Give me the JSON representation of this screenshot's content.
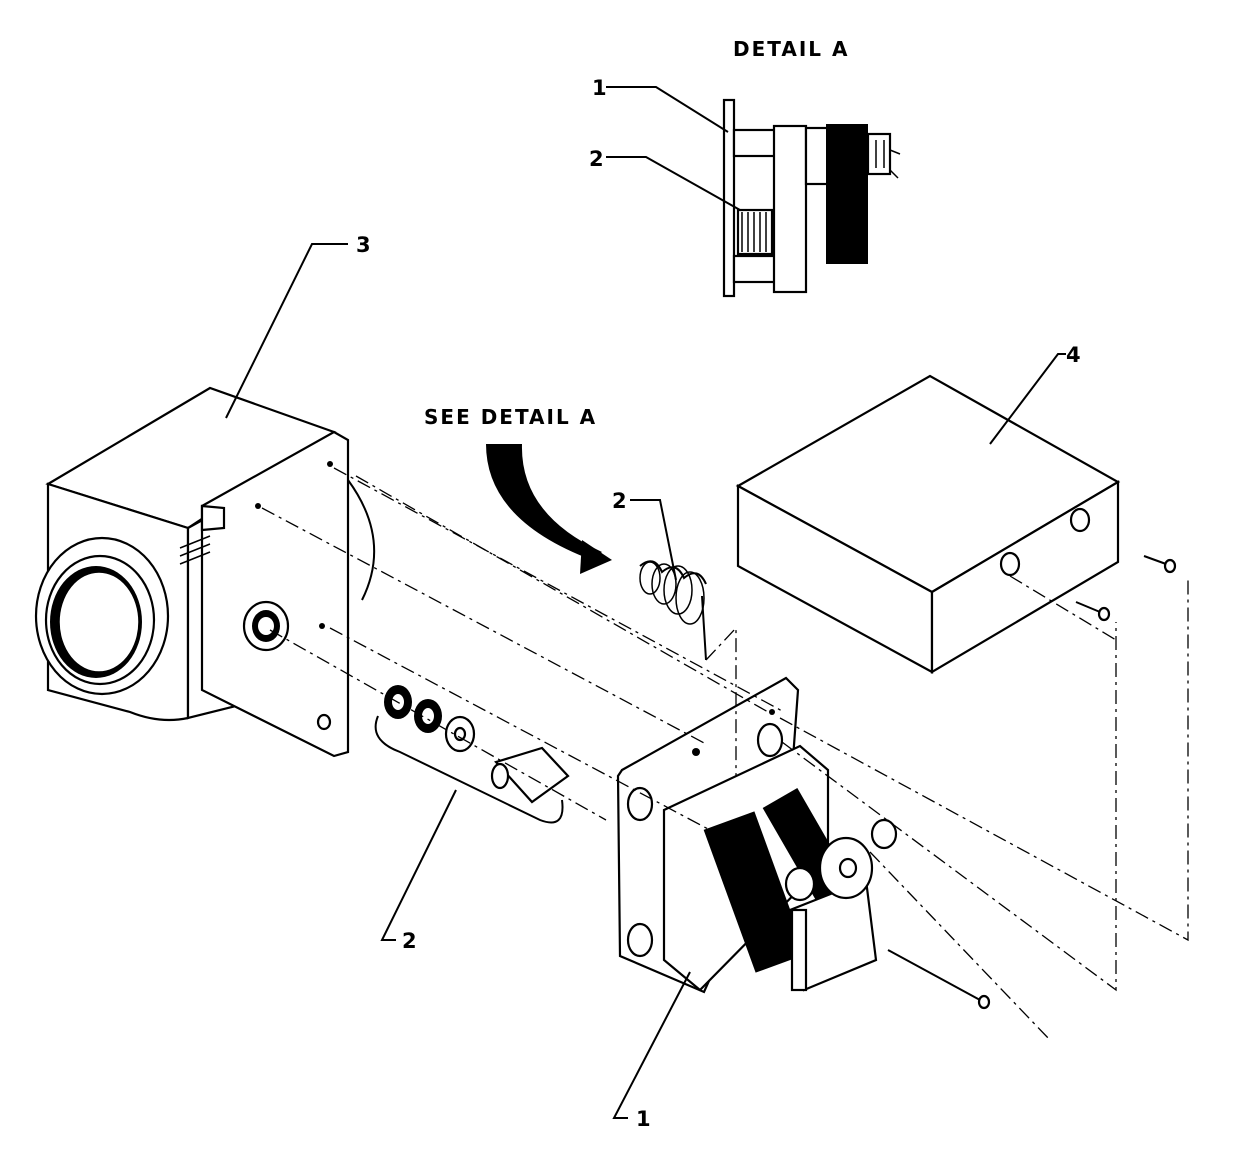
{
  "detail_title": "DETAIL A",
  "see_detail": "SEE DETAIL A",
  "callouts": {
    "detail_item_1": "1",
    "detail_item_2": "2",
    "housing": "3",
    "spring": "2",
    "bushing_set": "2",
    "motor": "1",
    "cover": "4"
  }
}
